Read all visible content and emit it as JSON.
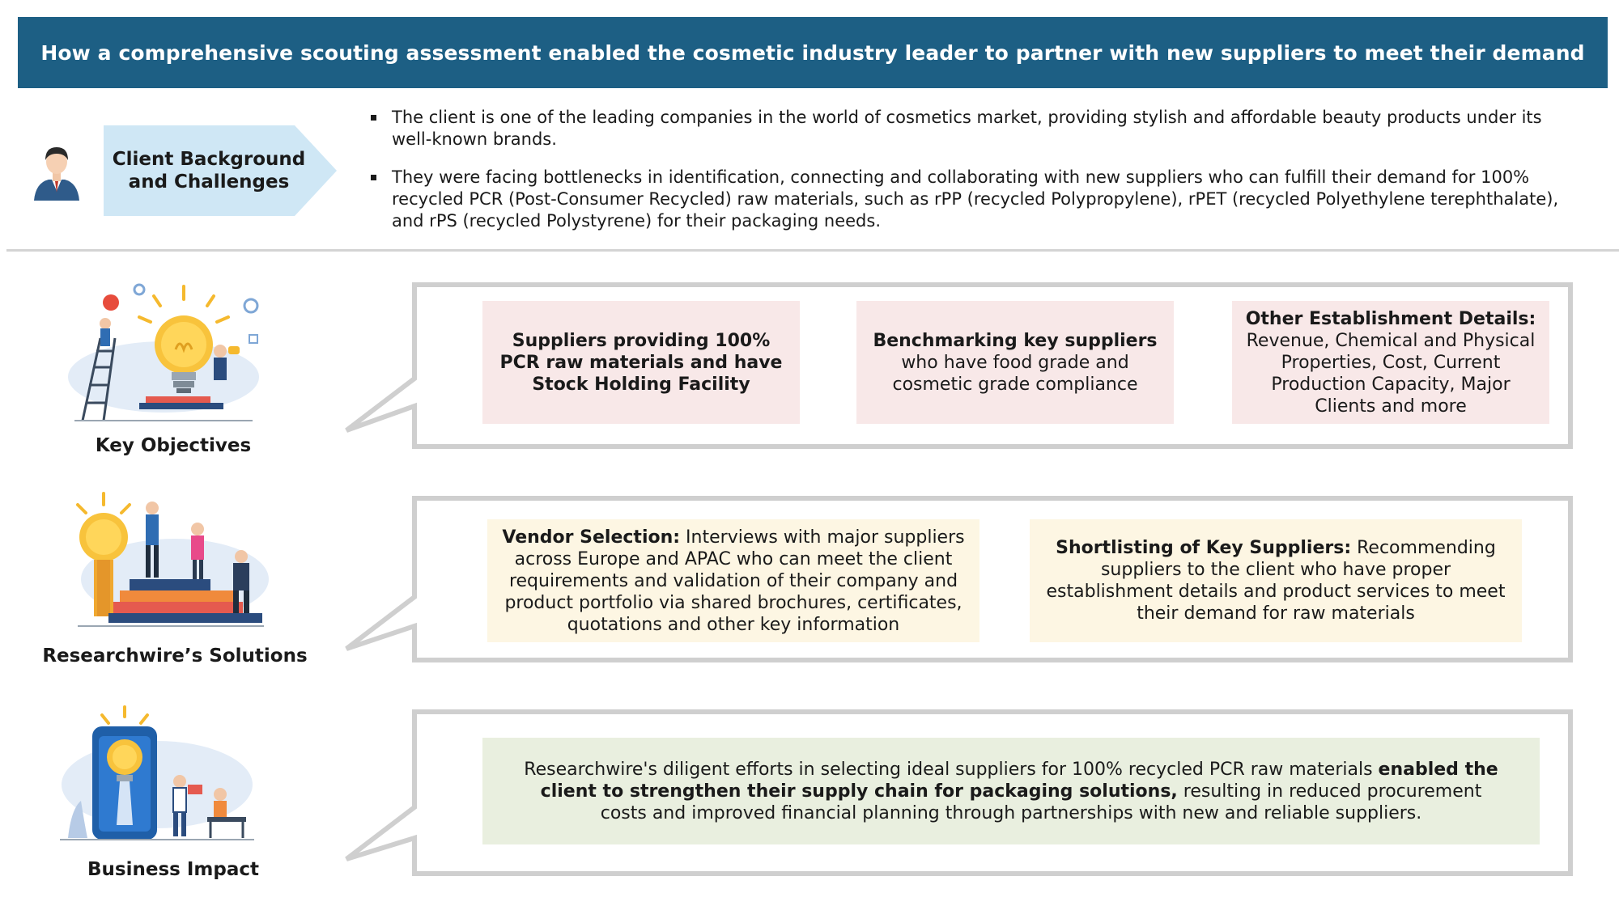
{
  "title": "How a comprehensive scouting assessment enabled the cosmetic industry leader to partner with new suppliers to meet their demand",
  "client": {
    "label": "Client Background and Challenges",
    "bullets": [
      "The client is one of the leading companies in the world of cosmetics market, providing stylish and affordable beauty products under its well-known brands.",
      "They were facing bottlenecks in identification, connecting and collaborating with new suppliers who can fulfill their demand for 100% recycled PCR (Post-Consumer Recycled) raw materials, such as rPP (recycled Polypropylene), rPET (recycled Polyethylene terephthalate), and rPS (recycled Polystyrene) for their packaging needs."
    ]
  },
  "objectives": {
    "label": "Key  Objectives",
    "cards": [
      {
        "bold": "Suppliers providing 100% PCR raw materials and have Stock Holding Facility",
        "text": ""
      },
      {
        "bold": "Benchmarking key suppliers",
        "text": " who have food grade and cosmetic grade compliance"
      },
      {
        "bold": "Other Establishment Details:",
        "text": " Revenue, Chemical and Physical Properties, Cost, Current Production Capacity, Major Clients and more"
      }
    ]
  },
  "solutions": {
    "label": "Researchwire’s Solutions",
    "cards": [
      {
        "bold": "Vendor Selection:",
        "text": " Interviews with major suppliers across Europe and APAC who can meet the client requirements and validation of their company and product portfolio via shared brochures, certificates, quotations and other key information"
      },
      {
        "bold": "Shortlisting of Key Suppliers:",
        "text": " Recommending suppliers to the client who have proper establishment details and product services to meet their demand for raw materials"
      }
    ]
  },
  "impact": {
    "label": "Business Impact",
    "text_before": "Researchwire's diligent efforts in selecting ideal suppliers for 100% recycled PCR raw materials ",
    "bold": "enabled the client to strengthen their supply chain for packaging solutions,",
    "text_after": " resulting in reduced procurement costs and improved financial planning through partnerships with new and reliable suppliers."
  },
  "colors": {
    "title_bar": "#1d5f84",
    "client_arrow": "#cfe7f5",
    "card_pink": "#f8e8e8",
    "card_cream": "#fdf6e3",
    "card_green": "#e9efdf"
  }
}
